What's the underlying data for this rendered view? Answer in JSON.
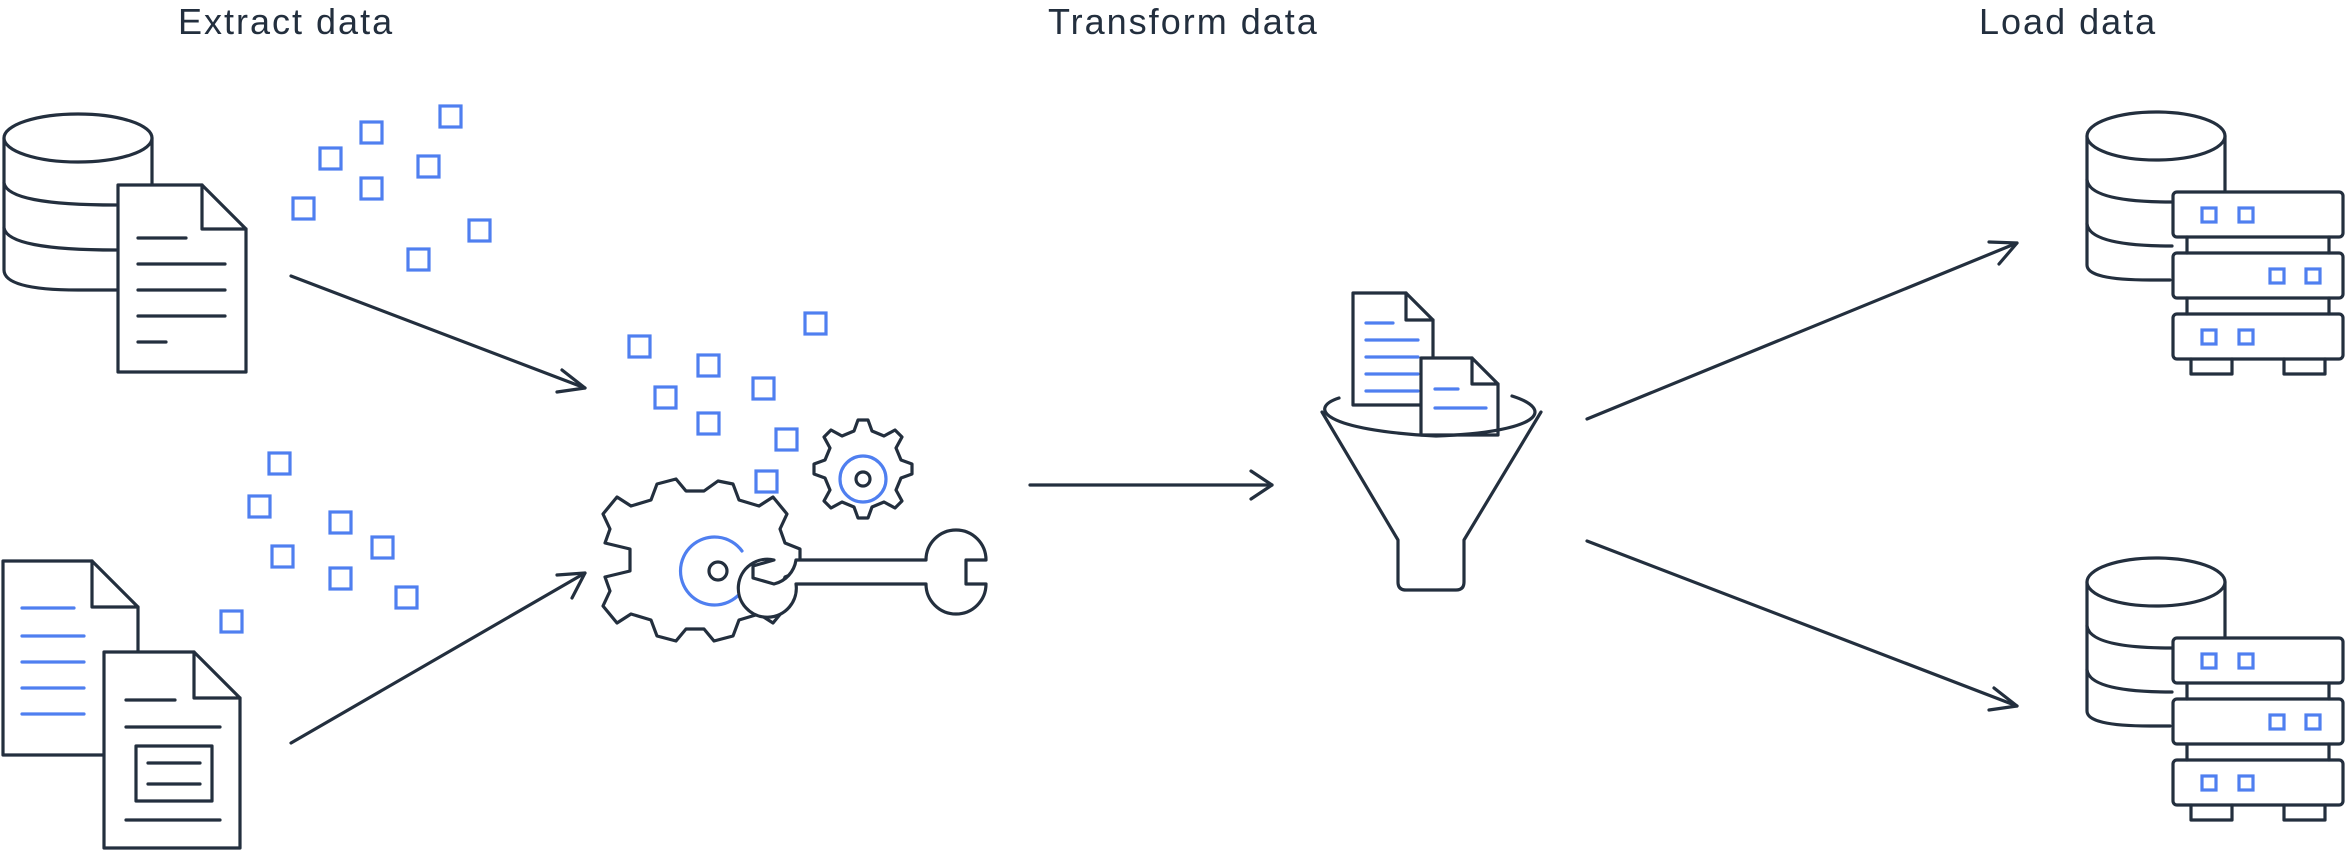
{
  "stages": {
    "extract": "Extract data",
    "transform": "Transform data",
    "load": "Load data"
  },
  "colors": {
    "ink": "#232f3e",
    "accent": "#4f7ff0",
    "background": "#ffffff"
  },
  "icons": [
    "database-document-icon",
    "documents-icon",
    "gears-wrench-icon",
    "funnel-documents-icon",
    "database-server-icon"
  ]
}
